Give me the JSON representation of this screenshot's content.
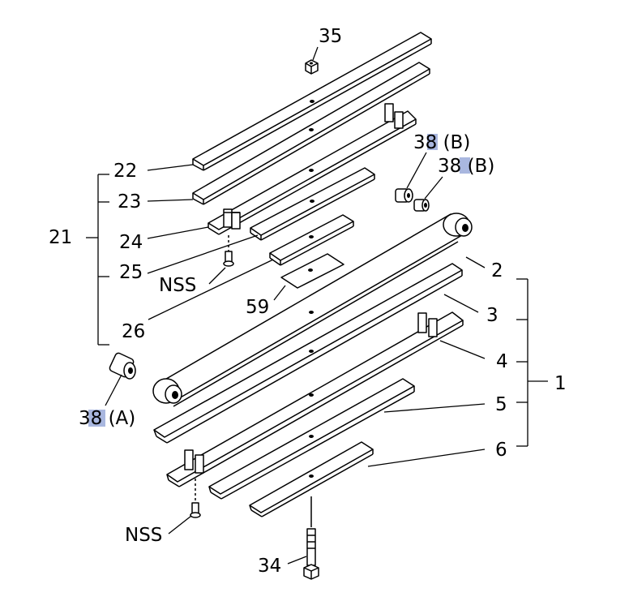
{
  "diagram": {
    "highlight_color": "#a9b7df",
    "callouts": [
      {
        "id": "c35",
        "text": "35"
      },
      {
        "id": "c38b1",
        "text": "38 (B)"
      },
      {
        "id": "c38b2",
        "text": "38 (B)"
      },
      {
        "id": "c22",
        "text": "22"
      },
      {
        "id": "c23",
        "text": "23"
      },
      {
        "id": "c21",
        "text": "21"
      },
      {
        "id": "c24",
        "text": "24"
      },
      {
        "id": "c25",
        "text": "25"
      },
      {
        "id": "cnss1",
        "text": "NSS"
      },
      {
        "id": "c59",
        "text": "59"
      },
      {
        "id": "c26",
        "text": "26"
      },
      {
        "id": "c2",
        "text": "2"
      },
      {
        "id": "c3",
        "text": "3"
      },
      {
        "id": "c4",
        "text": "4"
      },
      {
        "id": "c1",
        "text": "1"
      },
      {
        "id": "c5",
        "text": "5"
      },
      {
        "id": "c6",
        "text": "6"
      },
      {
        "id": "c38a",
        "text": "38 (A)"
      },
      {
        "id": "cnss2",
        "text": "NSS"
      },
      {
        "id": "c34",
        "text": "34"
      }
    ]
  }
}
